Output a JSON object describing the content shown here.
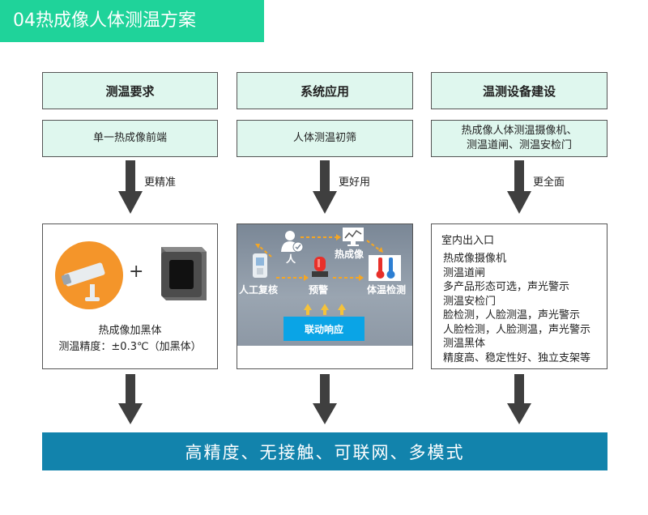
{
  "title": "04热成像人体测温方案",
  "columns": [
    {
      "header": "测温要求",
      "sub_lines": [
        "单一热成像前端"
      ],
      "arrow_label": "更精准",
      "panel": {
        "caption_line1": "热成像加黑体",
        "caption_line2": "测温精度：±0.3℃（加黑体）",
        "plus": "+"
      }
    },
    {
      "header": "系统应用",
      "sub_lines": [
        "人体测温初筛"
      ],
      "arrow_label": "更好用",
      "panel": {
        "node_person": "人",
        "node_thermal": "热成像",
        "node_manual": "人工复核",
        "node_alarm": "预警",
        "node_detect": "体温检测",
        "link_button": "联动响应"
      }
    },
    {
      "header": "温测设备建设",
      "sub_lines": [
        "热成像人体测温摄像机、",
        "测温道闸、测温安检门"
      ],
      "arrow_label": "更全面",
      "panel": {
        "heading": "室内出入口",
        "items": [
          "热成像摄像机",
          "测温道闸",
          "多产品形态可选，声光警示",
          "测温安检门",
          "脸检测，人脸测温，声光警示",
          "人脸检测，人脸测温，声光警示",
          "测温黑体",
          "精度高、稳定性好、独立支架等"
        ]
      }
    }
  ],
  "summary": "高精度、无接触、可联网、多模式",
  "colors": {
    "title_bg": "#1fd39a",
    "box_bg": "#dff7ee",
    "arrow": "#3f3f3f",
    "summary_bg": "#1283ac",
    "link_button": "#0aa4e6",
    "orange": "#f4952a"
  }
}
